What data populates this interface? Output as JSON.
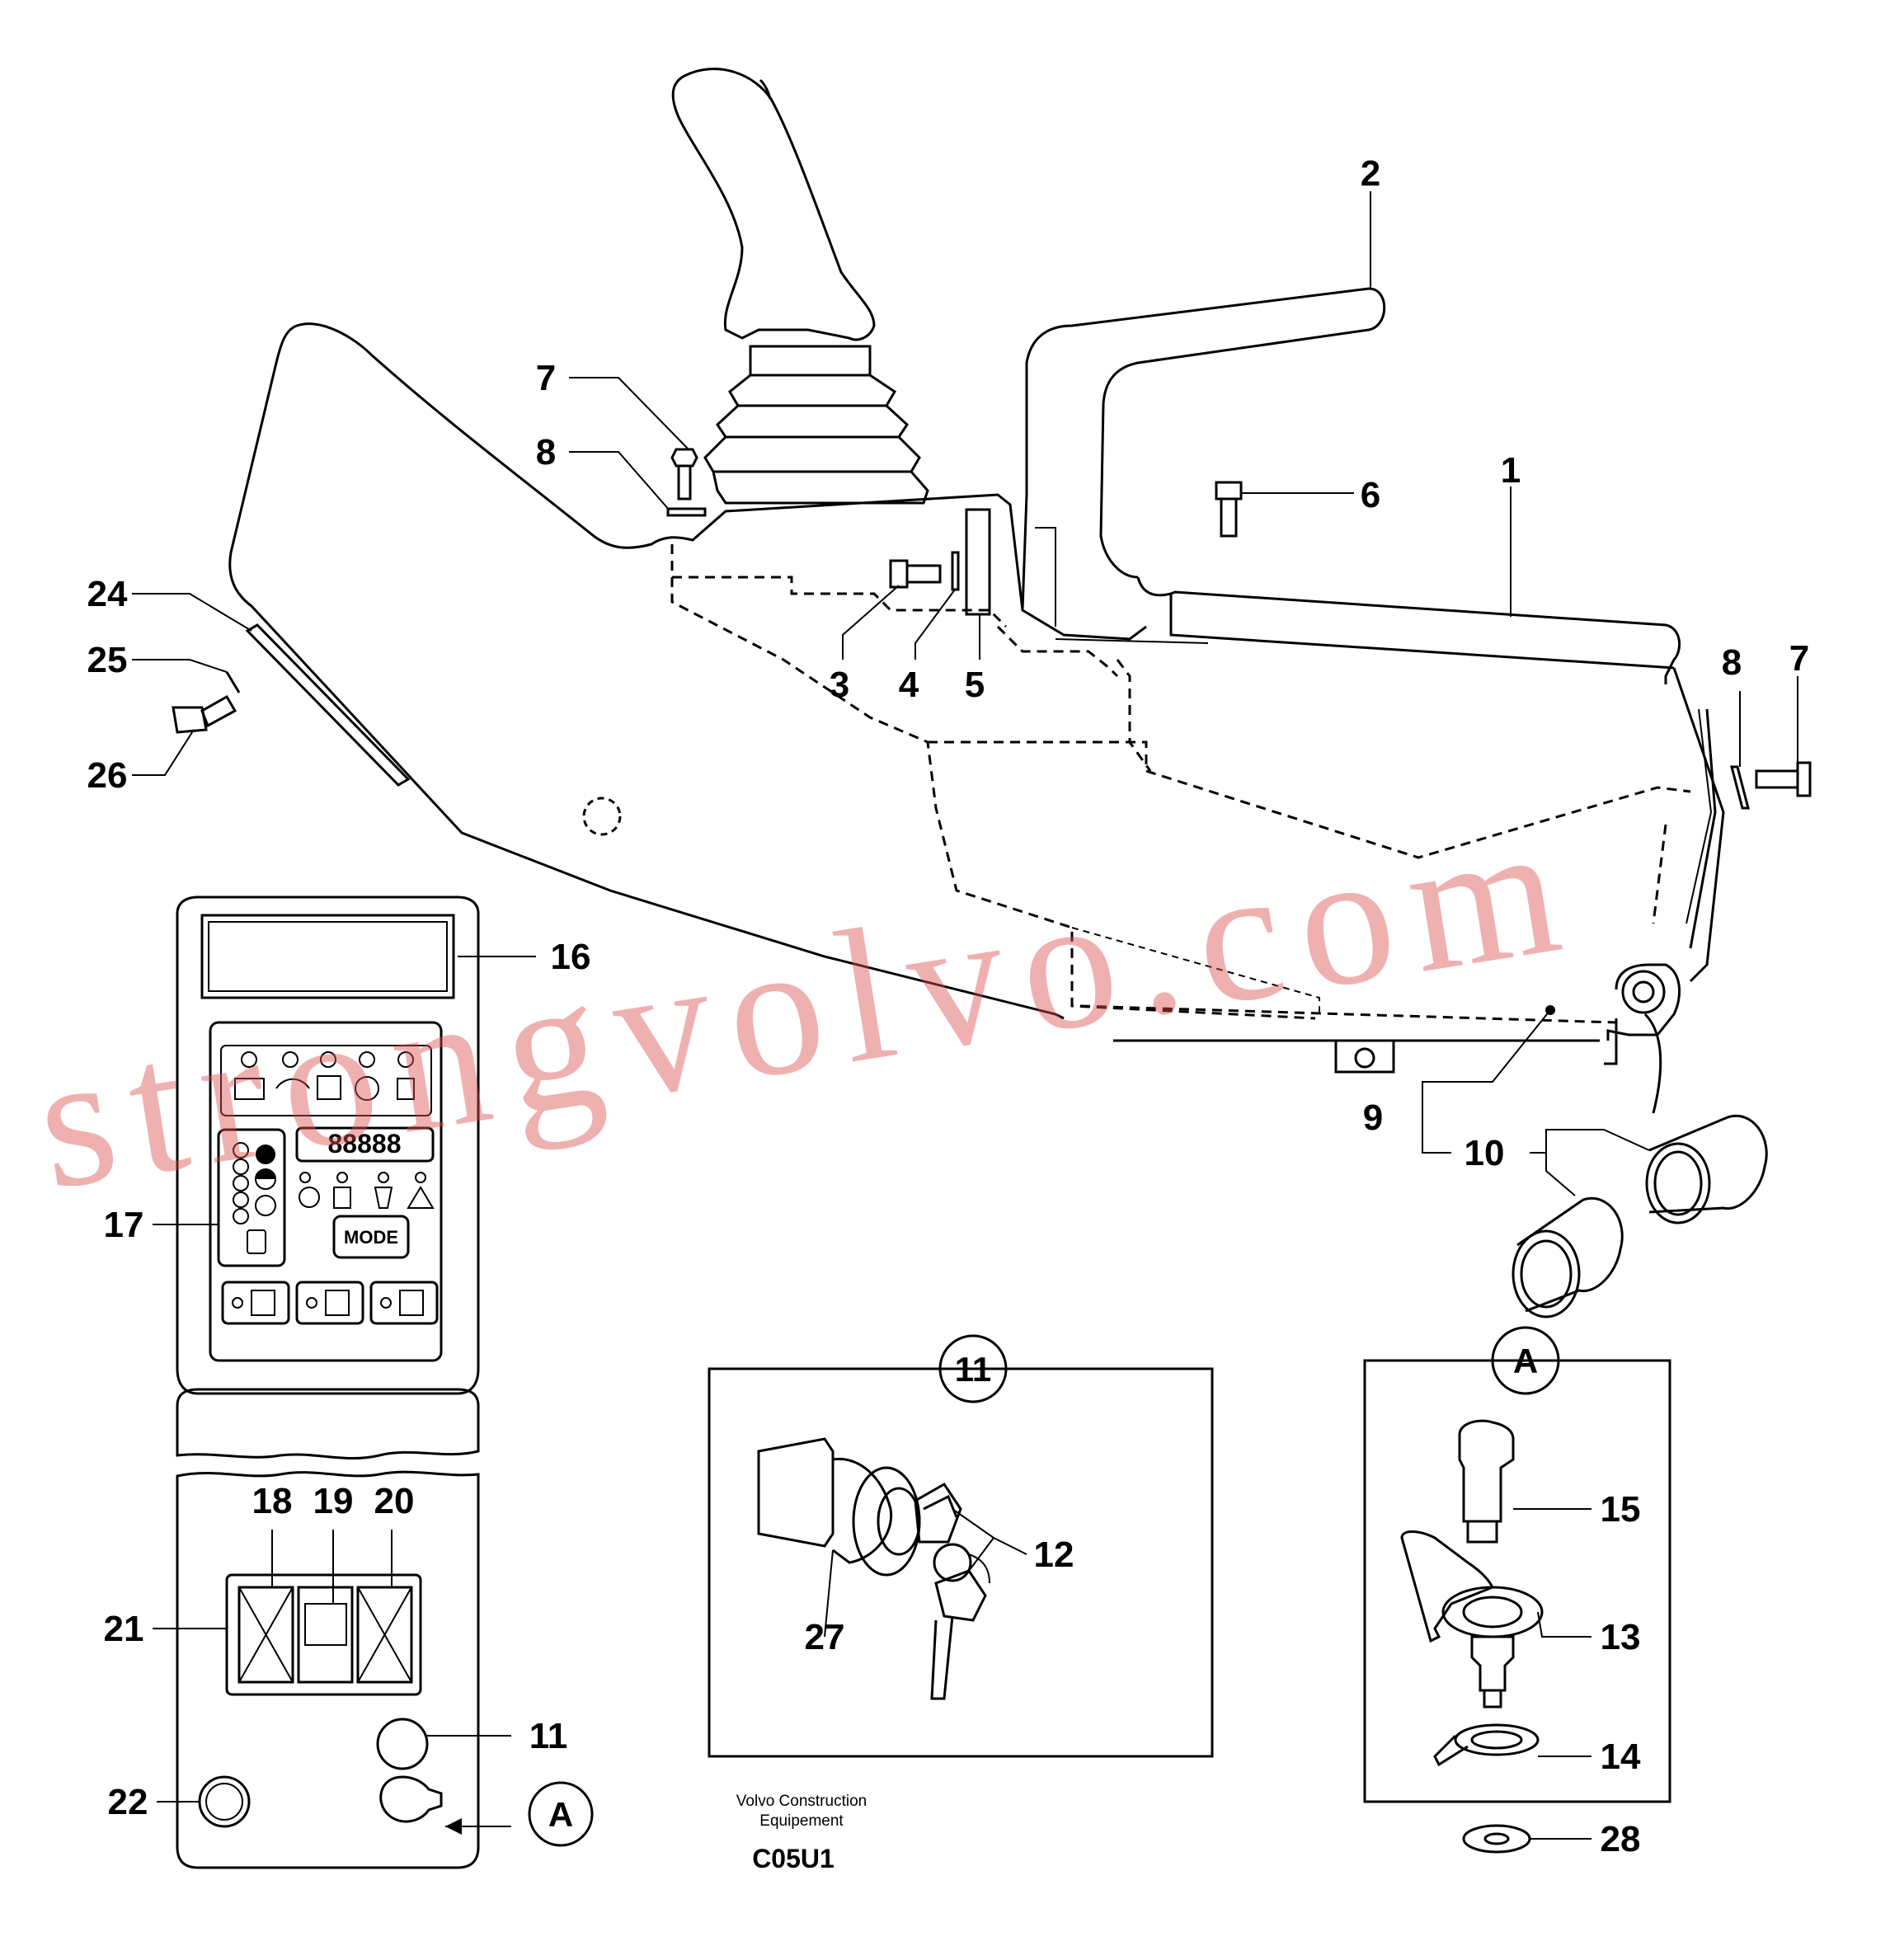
{
  "labels": {
    "l1": "1",
    "l2": "2",
    "l3": "3",
    "l4": "4",
    "l5": "5",
    "l6": "6",
    "l7a": "7",
    "l7b": "7",
    "l8a": "8",
    "l8b": "8",
    "l9": "9",
    "l10": "10",
    "l11": "11",
    "l11b": "11",
    "l12": "12",
    "l13": "13",
    "l14": "14",
    "l15": "15",
    "l16": "16",
    "l17": "17",
    "l18": "18",
    "l19": "19",
    "l20": "20",
    "l21": "21",
    "l22": "22",
    "l24": "24",
    "l25": "25",
    "l26": "26",
    "l27": "27",
    "l28": "28",
    "callout_a1": "A",
    "callout_a2": "A"
  },
  "panel": {
    "mode_label": "MODE",
    "display_digits": "88888"
  },
  "footer": {
    "maker_line1": "Volvo Construction",
    "maker_line2": "Equipement",
    "code": "C05U1"
  },
  "watermark": "strongvolvo.com",
  "colors": {
    "line": "#000000",
    "watermark": "#d9534f"
  }
}
